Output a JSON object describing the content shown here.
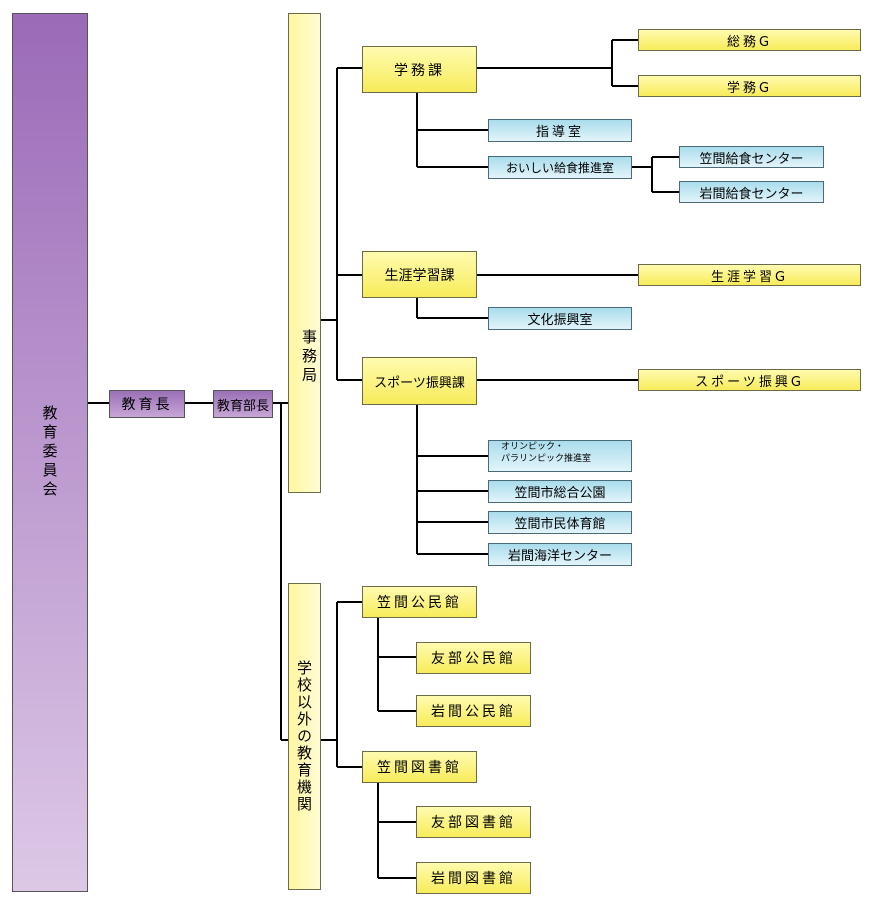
{
  "nodes": {
    "board": "教育委員会",
    "superintendent": "教育長",
    "director": "教育部長",
    "secretariat": "事務局",
    "other_institutions": "学校以外の教育機関",
    "gakumu_ka": "学務課",
    "somu_g": "総務G",
    "gakumu_g": "学務G",
    "shido_shitsu": "指導室",
    "kyushoku_suishin": "おいしい給食推進室",
    "kasama_kyushoku": "笠間給食センター",
    "iwama_kyushoku": "岩間給食センター",
    "shogai_ka": "生涯学習課",
    "shogai_g": "生涯学習G",
    "bunka_shitsu": "文化振興室",
    "sports_ka": "スポーツ振興課",
    "sports_g": "スポーツ振興G",
    "olympic_line1": "オリンピック・",
    "olympic_line2": "パラリンピック推進室",
    "sogo_koen": "笠間市総合公園",
    "shimin_taiikukan": "笠間市民体育館",
    "iwama_kaiyo": "岩間海洋センター",
    "kasama_kominkan": "笠間公民館",
    "tomobe_kominkan": "友部公民館",
    "iwama_kominkan": "岩間公民館",
    "kasama_tosho": "笠間図書館",
    "tomobe_tosho": "友部図書館",
    "iwama_tosho": "岩間図書館"
  }
}
